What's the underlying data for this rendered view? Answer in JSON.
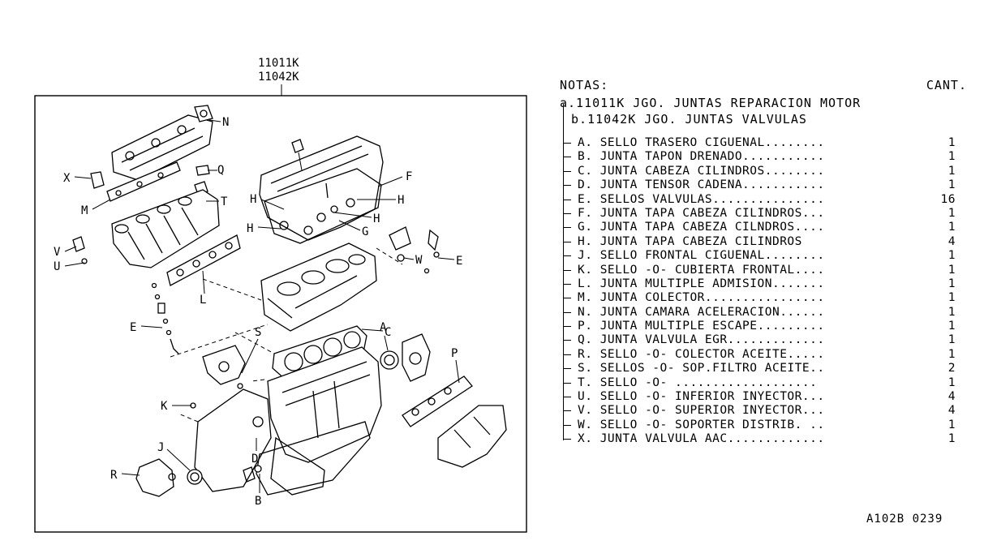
{
  "diagram": {
    "top_labels": [
      "11011K",
      "11042K"
    ],
    "part_labels": [
      "N",
      "X",
      "Q",
      "M",
      "T",
      "F",
      "H",
      "H",
      "H",
      "H",
      "G",
      "V",
      "U",
      "W",
      "E",
      "L",
      "E",
      "C",
      "S",
      "A",
      "P",
      "K",
      "D",
      "J",
      "R",
      "B"
    ]
  },
  "notes": {
    "header": "NOTAS:",
    "qty_header": "CANT.",
    "kit_a": "a.11011K JGO. JUNTAS REPARACION MOTOR",
    "kit_b": "b.11042K JGO. JUNTAS VALVULAS",
    "items": [
      {
        "text": "A. SELLO TRASERO CIGUENAL........",
        "qty": "1"
      },
      {
        "text": "B. JUNTA TAPON DRENADO...........",
        "qty": "1"
      },
      {
        "text": "C. JUNTA CABEZA CILINDROS........",
        "qty": "1"
      },
      {
        "text": "D. JUNTA TENSOR CADENA...........",
        "qty": "1"
      },
      {
        "text": "E. SELLOS VALVULAS...............",
        "qty": "16"
      },
      {
        "text": "F. JUNTA TAPA CABEZA CILINDROS...",
        "qty": "1"
      },
      {
        "text": "G. JUNTA TAPA CABEZA CILNDROS....",
        "qty": "1"
      },
      {
        "text": "H. JUNTA TAPA CABEZA CILINDROS",
        "qty": "4"
      },
      {
        "text": "J. SELLO FRONTAL CIGUENAL........",
        "qty": "1"
      },
      {
        "text": "K. SELLO -O- CUBIERTA FRONTAL....",
        "qty": "1"
      },
      {
        "text": "L. JUNTA MULTIPLE ADMISION.......",
        "qty": "1"
      },
      {
        "text": "M. JUNTA COLECTOR................",
        "qty": "1"
      },
      {
        "text": "N. JUNTA CAMARA ACELERACION......",
        "qty": "1"
      },
      {
        "text": "P. JUNTA MULTIPLE ESCAPE.........",
        "qty": "1"
      },
      {
        "text": "Q. JUNTA VALVULA EGR.............",
        "qty": "1"
      },
      {
        "text": "R. SELLO -O- COLECTOR ACEITE.....",
        "qty": "1"
      },
      {
        "text": "S. SELLOS -O- SOP.FILTRO ACEITE..",
        "qty": "2"
      },
      {
        "text": "T. SELLO -O-  ...................",
        "qty": "1"
      },
      {
        "text": "U. SELLO -O- INFERIOR INYECTOR...",
        "qty": "4"
      },
      {
        "text": "V. SELLO -O- SUPERIOR INYECTOR...",
        "qty": "4"
      },
      {
        "text": "W. SELLO -O- SOPORTER DISTRIB. ..",
        "qty": "1"
      },
      {
        "text": "X. JUNTA VALVULA AAC.............",
        "qty": "1"
      }
    ]
  },
  "figure_code": "A102B 0239"
}
